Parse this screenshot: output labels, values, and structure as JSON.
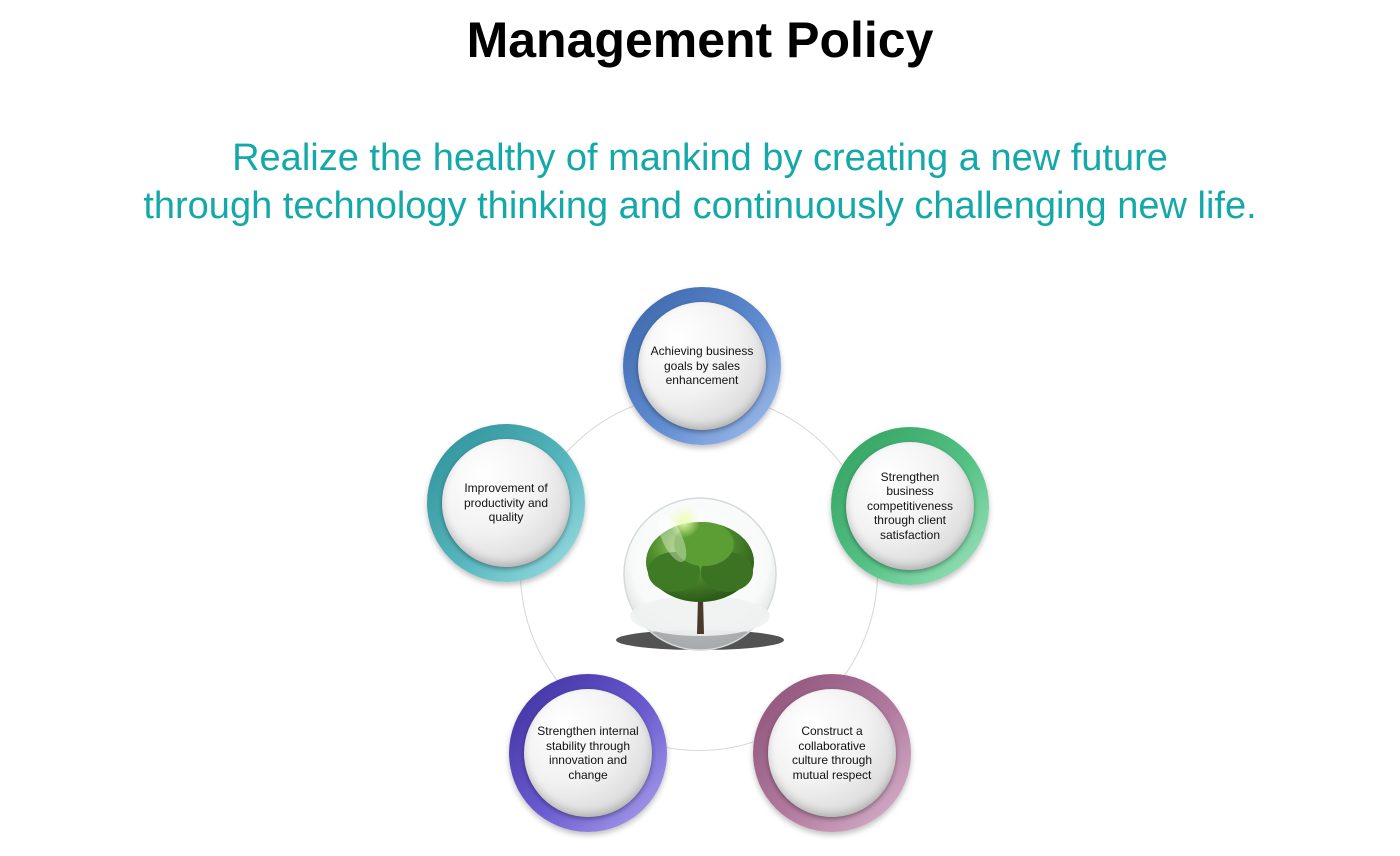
{
  "page": {
    "title": "Management Policy",
    "mission_line_1": "Realize the healthy of mankind by creating a new future",
    "mission_line_2": "through technology thinking and continuously challenging new life."
  },
  "diagram": {
    "center": "tree-in-glass-sphere",
    "nodes": [
      {
        "id": "top",
        "label": "Achieving business goals by sales enhancement",
        "color": "#4a76bd"
      },
      {
        "id": "right",
        "label": "Strengthen business competitiveness through client satisfaction",
        "color": "#3fae6e"
      },
      {
        "id": "bottom-right",
        "label": "Construct a collaborative culture through mutual respect",
        "color": "#a0668b"
      },
      {
        "id": "bottom-left",
        "label": "Strengthen internal stability through innovation and change",
        "color": "#5243b8"
      },
      {
        "id": "left",
        "label": "Improvement of productivity and quality",
        "color": "#3aa0a8"
      }
    ]
  },
  "colors": {
    "mission_text": "#15a8a8",
    "title_text": "#000000",
    "connector": "#d6d6d6"
  }
}
